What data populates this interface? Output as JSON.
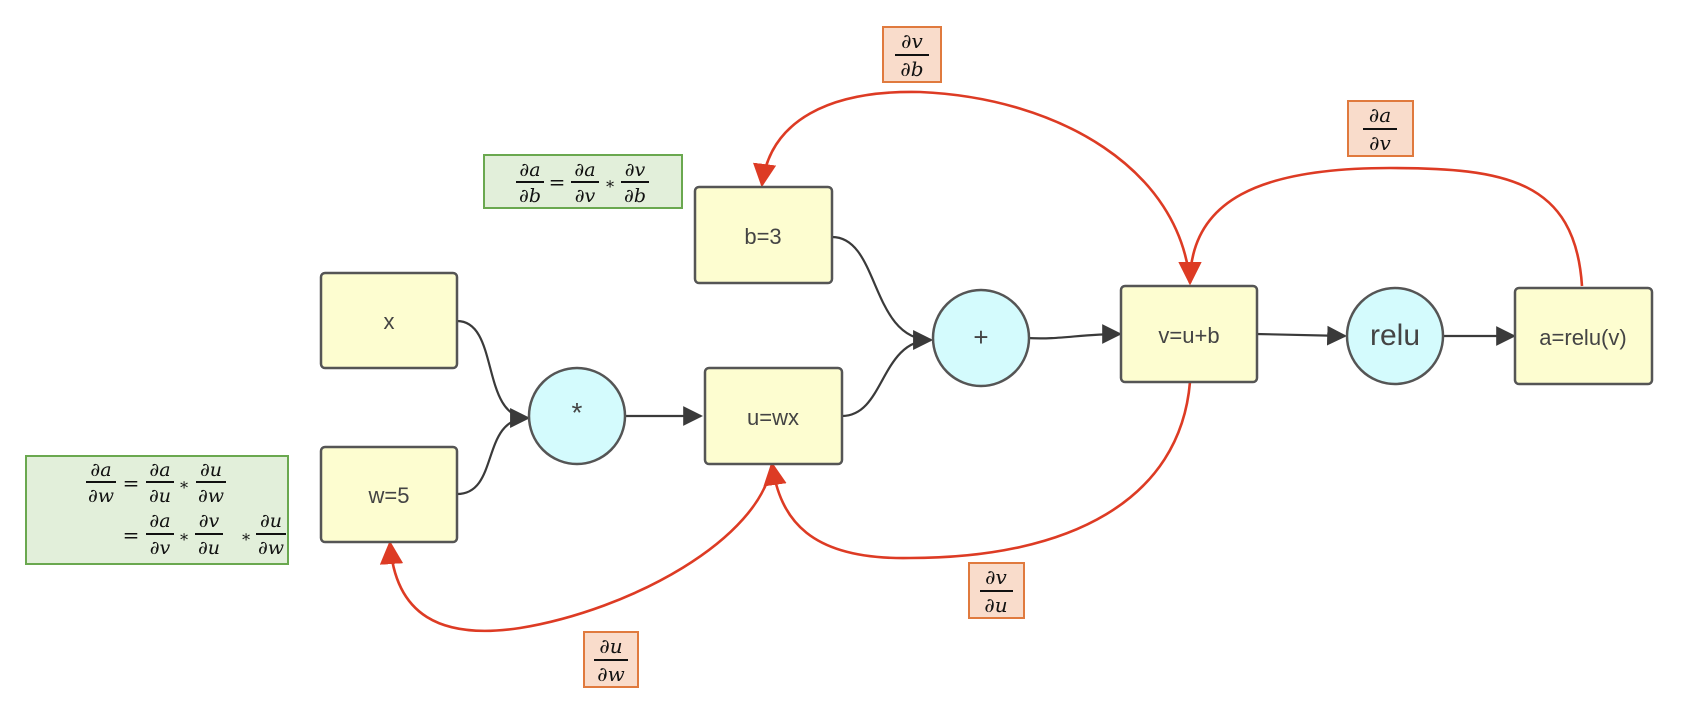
{
  "colors": {
    "node_box_fill": "#fdfdd0",
    "node_circle_fill": "#d4fbfd",
    "node_stroke": "#555555",
    "forward_edge": "#3a3a3a",
    "backward_edge": "#dd3b24",
    "local_grad_fill": "#f9dccb",
    "local_grad_stroke": "#e07a3e",
    "chain_fill": "#e2efda",
    "chain_stroke": "#6aa84f"
  },
  "nodes": {
    "x": "x",
    "w": "w=5",
    "b": "b=3",
    "mul": "*",
    "u": "u=wx",
    "add": "+",
    "v": "v=u+b",
    "relu": "relu",
    "a": "a=relu(v)"
  },
  "local_gradients": {
    "dv_db": {
      "num": "∂v",
      "den": "∂b"
    },
    "da_dv": {
      "num": "∂a",
      "den": "∂v"
    },
    "dv_du": {
      "num": "∂v",
      "den": "∂u"
    },
    "du_dw": {
      "num": "∂u",
      "den": "∂w"
    }
  },
  "chain_rule_b": {
    "lhs": {
      "num": "∂a",
      "den": "∂b"
    },
    "eq": "=",
    "t1": {
      "num": "∂a",
      "den": "∂v"
    },
    "mul": "∗",
    "t2": {
      "num": "∂v",
      "den": "∂b"
    }
  },
  "chain_rule_w": {
    "lhs": {
      "num": "∂a",
      "den": "∂w"
    },
    "eq1": "=",
    "t1": {
      "num": "∂a",
      "den": "∂u"
    },
    "mul1": "∗",
    "t2": {
      "num": "∂u",
      "den": "∂w"
    },
    "eq2": "=",
    "t3": {
      "num": "∂a",
      "den": "∂v"
    },
    "mul2": "∗",
    "t4": {
      "num": "∂v",
      "den": "∂u"
    },
    "mul3": "∗",
    "t5": {
      "num": "∂u",
      "den": "∂w"
    }
  }
}
